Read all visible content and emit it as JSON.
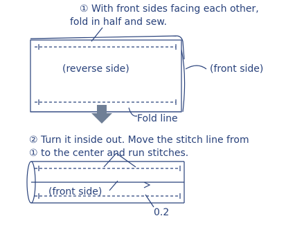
{
  "step1": {
    "line1": "① With front sides facing each other,",
    "line2": "fold in half and sew.",
    "reverse_label": "(reverse side)",
    "front_label": "(front side)",
    "fold_label": "Fold line"
  },
  "step2": {
    "line1": "② Turn it inside out.  Move the stitch line from",
    "line2": "① to the center and run stitches.",
    "front_label": "(front side)",
    "dimension": "0.2"
  },
  "colors": {
    "ink": "#27407a",
    "arrow": "#6f7f96"
  }
}
